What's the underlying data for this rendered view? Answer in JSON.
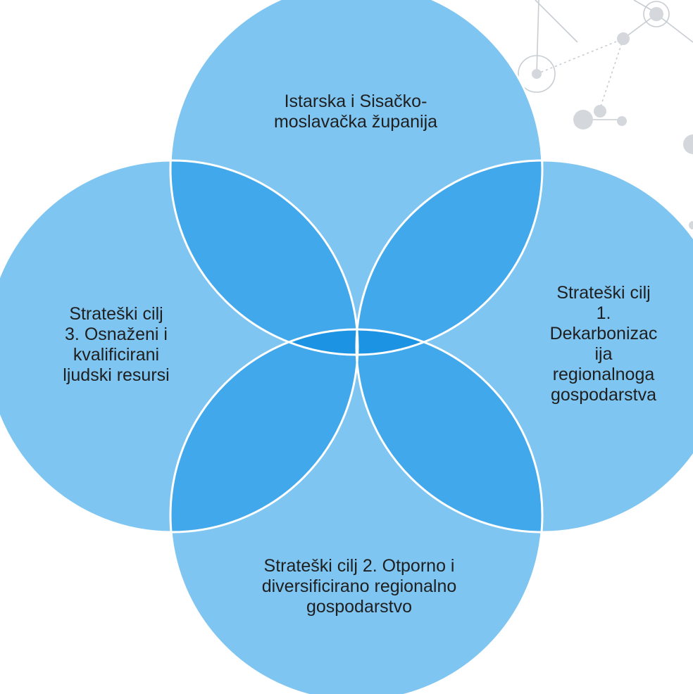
{
  "diagram": {
    "type": "four-circle-venn",
    "colors": {
      "circle_fill": "#7fc5f1",
      "overlap_fill": "#42a8ec",
      "center_fill": "#1c93e3",
      "outline": "#ffffff",
      "decoration": "#c8cdd2"
    },
    "circles": [
      {
        "id": "top",
        "label": "Istarska i Sisačko-\nmoslavačka županija"
      },
      {
        "id": "right",
        "label": "Strateški cilj\n1.\nDekarbonizac\nija\nregionalnoga\ngospodarstva"
      },
      {
        "id": "bottom",
        "label": "Strateški cilj 2. Otporno i\ndiversificirano regionalno\ngospodarstvo"
      },
      {
        "id": "left",
        "label": "Strateški cilj\n3. Osnaženi i\nkvalificirani\nljudski resursi"
      }
    ]
  }
}
